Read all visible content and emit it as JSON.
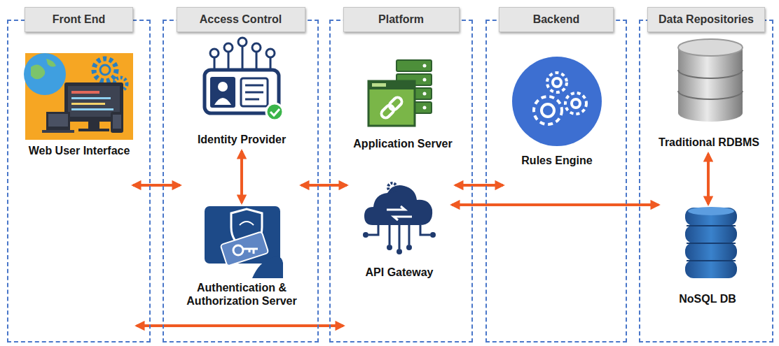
{
  "diagram": {
    "nodes": [
      {
        "text": [
          "Front End"
        ]
      },
      {
        "text": [
          "Web User Interface"
        ],
        "in": 0
      },
      {
        "text": [
          "Access Control"
        ]
      },
      {
        "text": [
          "Identity Provider"
        ],
        "in": 2
      },
      {
        "text": [
          "Authentication & Authorization Server"
        ],
        "in": 2
      },
      {
        "text": [
          "Platform"
        ]
      },
      {
        "text": [
          "Application Server"
        ],
        "in": 5
      },
      {
        "text": [
          "API Gateway"
        ],
        "in": 5
      },
      {
        "text": [
          "Backend"
        ]
      },
      {
        "text": [
          "Rules Engine"
        ],
        "in": 8
      },
      {
        "text": [
          "Data Repositories"
        ]
      },
      {
        "text": [
          "Traditional RDBMS"
        ],
        "in": 10
      },
      {
        "text": [
          "NoSQL DB"
        ],
        "in": 10
      }
    ],
    "edges": [
      {
        "from": 0,
        "to": 2,
        "arrow": "both"
      },
      {
        "from": 3,
        "to": 4,
        "arrow": "both"
      },
      {
        "from": 2,
        "to": 5,
        "arrow": "both"
      },
      {
        "from": 5,
        "to": 8,
        "arrow": "both"
      },
      {
        "from": 7,
        "to": 10,
        "arrow": "both"
      },
      {
        "from": 11,
        "to": 12,
        "arrow": "both"
      },
      {
        "from": 0,
        "to": 5,
        "arrow": "both"
      }
    ]
  }
}
